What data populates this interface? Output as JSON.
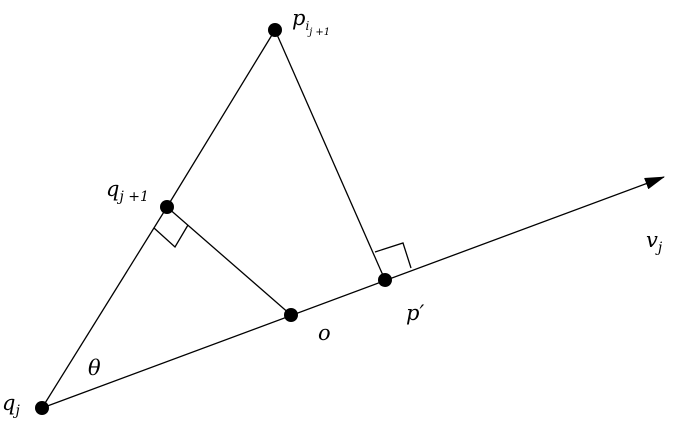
{
  "colors": {
    "ink": "#000000",
    "background": "#ffffff"
  },
  "labels": {
    "p_top": {
      "base": "p",
      "sub1": "i",
      "sub2": "j",
      "sub3": "+1"
    },
    "q_next": {
      "base": "q",
      "sub": "j +1"
    },
    "q_j": {
      "base": "q",
      "sub": "j"
    },
    "v_j": {
      "base": "v",
      "sub": "j"
    },
    "theta": "θ",
    "o": "o",
    "p_prime": "p′"
  }
}
